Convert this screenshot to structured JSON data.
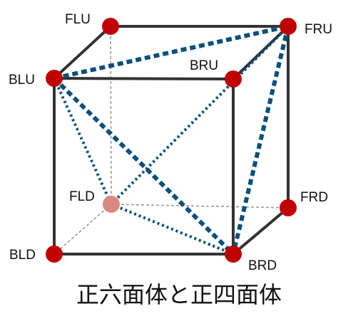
{
  "caption": "正六面体と正四面体",
  "vertices": {
    "FLU": {
      "label": "FLU"
    },
    "FRU": {
      "label": "FRU"
    },
    "BLU": {
      "label": "BLU"
    },
    "BRU": {
      "label": "BRU"
    },
    "FLD": {
      "label": "FLD"
    },
    "FRD": {
      "label": "FRD"
    },
    "BLD": {
      "label": "BLD"
    },
    "BRD": {
      "label": "BRD"
    }
  },
  "colors": {
    "cube_edge": "#333333",
    "hidden_edge": "#999999",
    "tetra_edge": "#0b4f7a",
    "vertex": "#c00000",
    "hidden_vertex": "#d98880"
  }
}
